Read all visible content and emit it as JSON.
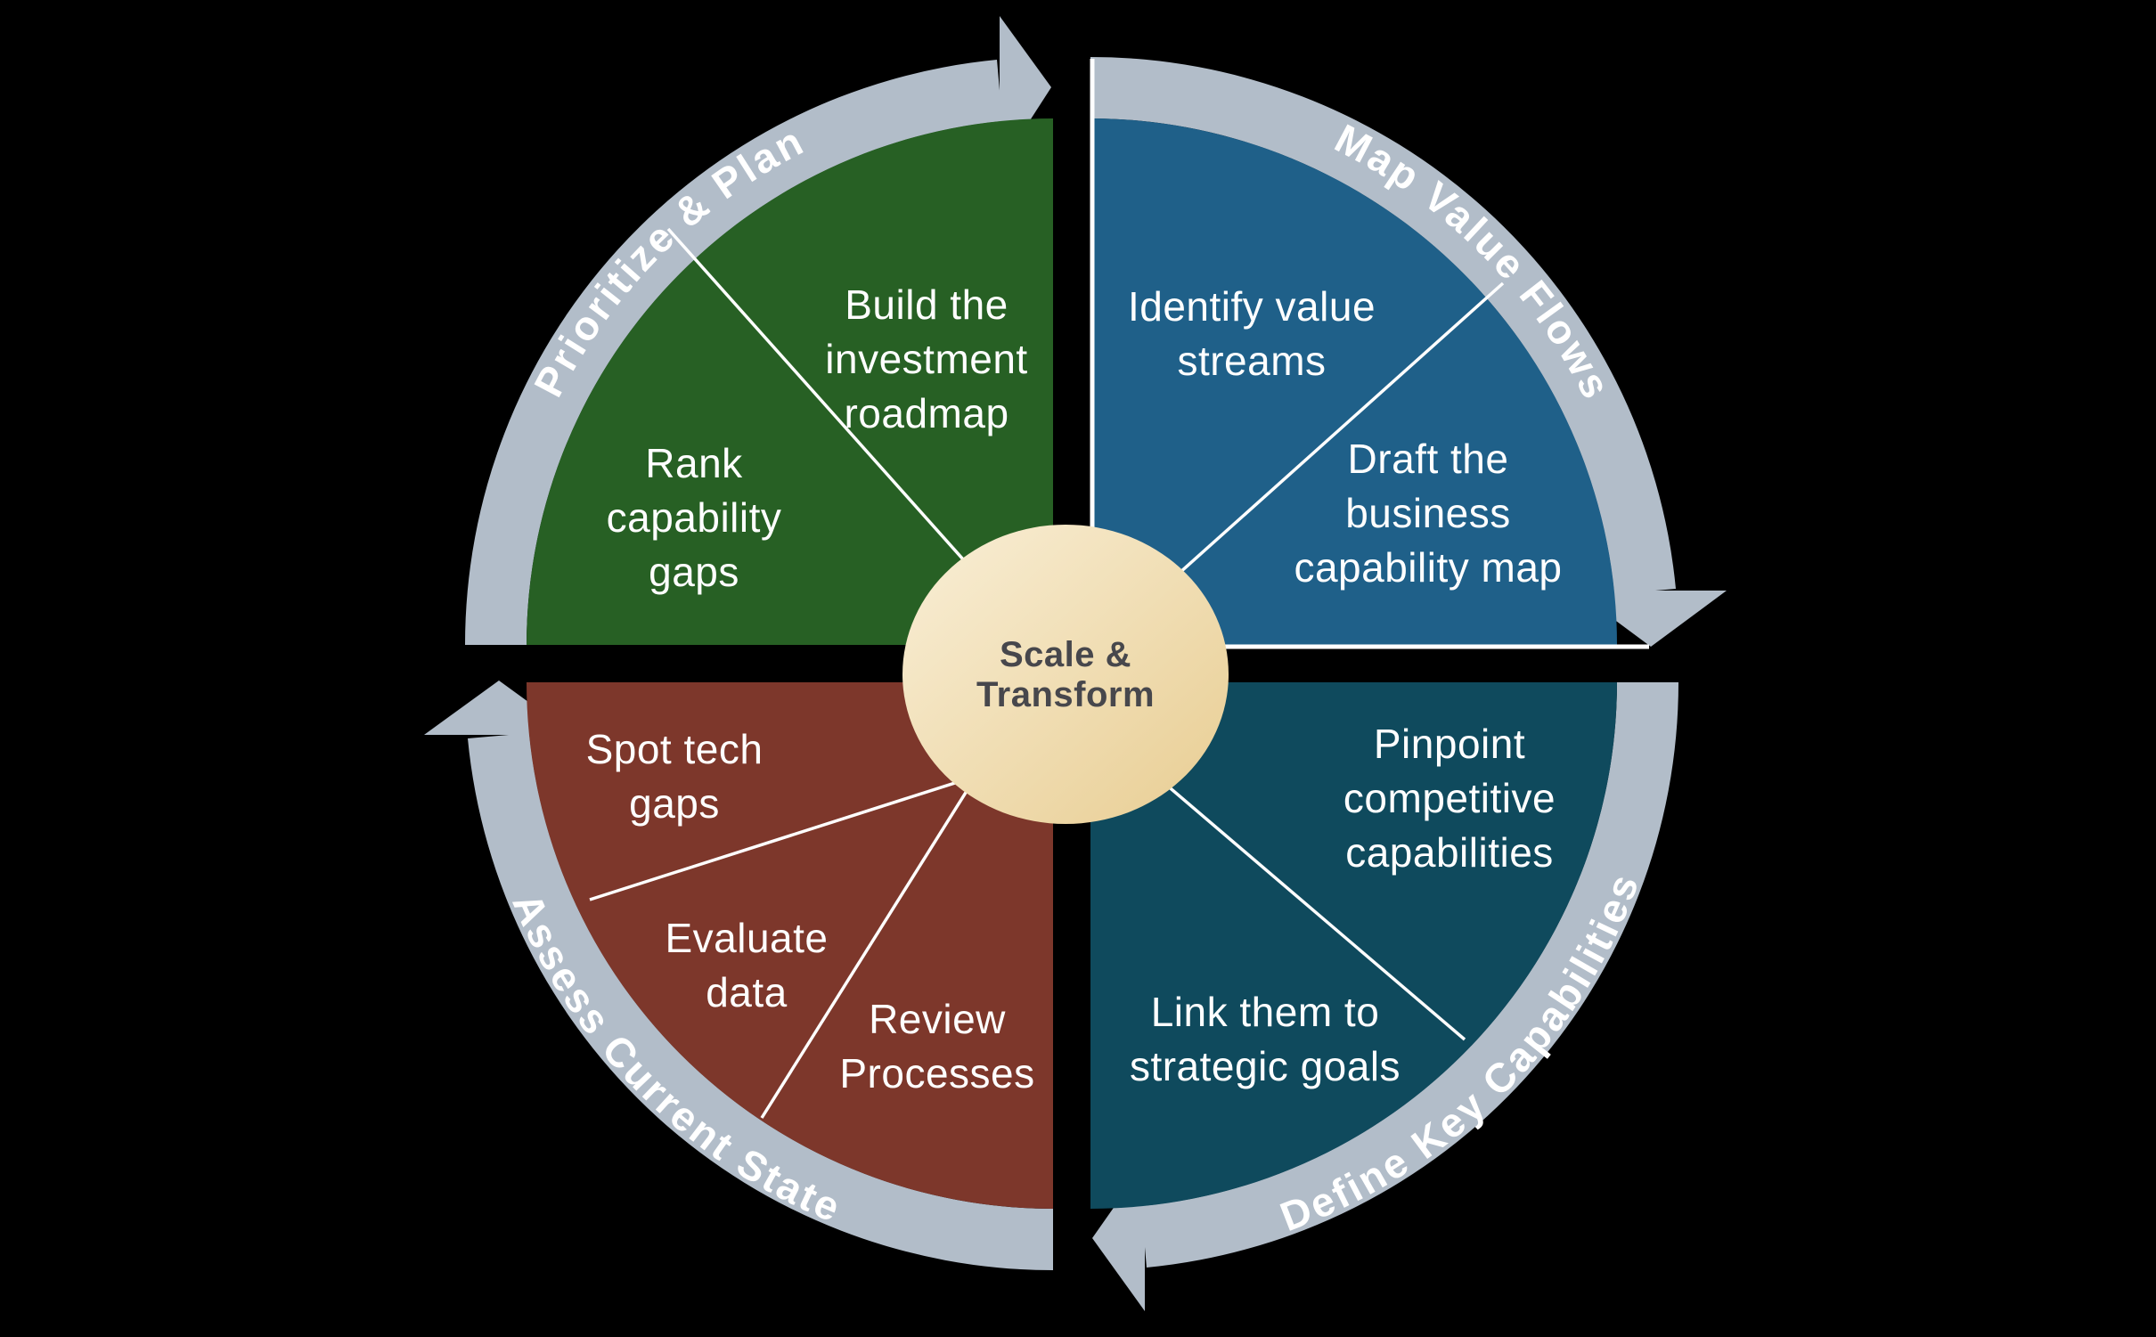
{
  "colors": {
    "background": "#000000",
    "ring": "#b2bdc9",
    "ring_label_text": "#ffffff",
    "divider_line": "#ffffff",
    "item_text": "#ffffff",
    "quadrant_edge_highlight": "#ffffff",
    "center_gradient_start": "#f9efd7",
    "center_gradient_end": "#e8cd92",
    "center_text": "#47474c"
  },
  "flow": {
    "direction": "clockwise"
  },
  "center": {
    "label": "Scale &\nTransform"
  },
  "quadrants": [
    {
      "id": "prioritize-plan",
      "position": "top-left",
      "ring_label": "Prioritize & Plan",
      "color": "#276024",
      "items": [
        {
          "label": "Build the\ninvestment\nroadmap"
        },
        {
          "label": "Rank\ncapability\ngaps"
        }
      ]
    },
    {
      "id": "map-value-flows",
      "position": "top-right",
      "ring_label": "Map Value Flows",
      "color": "#1f6089",
      "items": [
        {
          "label": "Identify value\nstreams"
        },
        {
          "label": "Draft the\nbusiness\ncapability map"
        }
      ]
    },
    {
      "id": "define-key-capabilities",
      "position": "bottom-right",
      "ring_label": "Define Key Capabilities",
      "color": "#0f4a5d",
      "items": [
        {
          "label": "Pinpoint\ncompetitive\ncapabilities"
        },
        {
          "label": "Link them to\nstrategic goals"
        }
      ]
    },
    {
      "id": "assess-current-state",
      "position": "bottom-left",
      "ring_label": "Assess Current State",
      "color": "#7d372b",
      "items": [
        {
          "label": "Spot tech\ngaps"
        },
        {
          "label": "Evaluate\ndata"
        },
        {
          "label": "Review\nProcesses"
        }
      ]
    }
  ]
}
